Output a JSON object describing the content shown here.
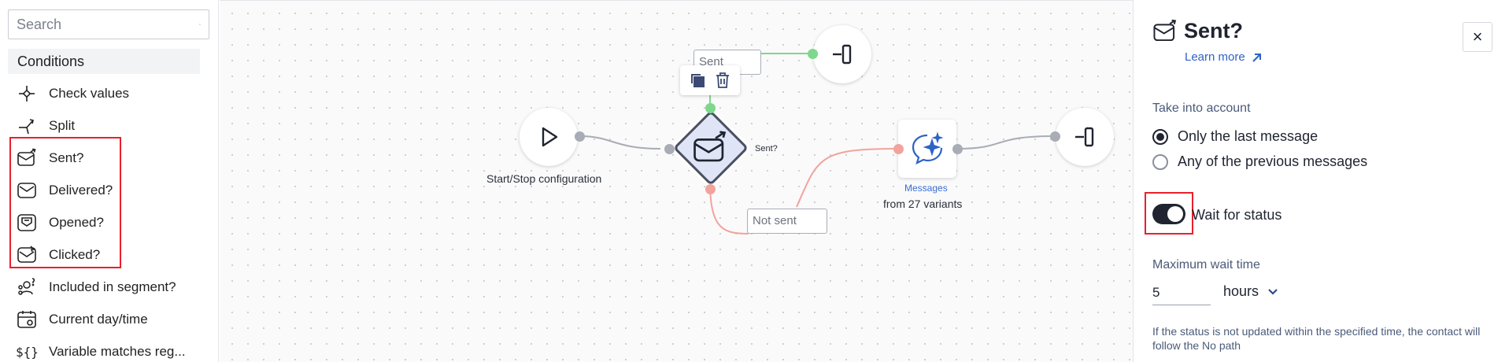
{
  "sidebar": {
    "search": {
      "placeholder": "Search"
    },
    "section_title": "Conditions",
    "items": [
      {
        "label": "Check values",
        "icon": "check-values-icon"
      },
      {
        "label": "Split",
        "icon": "split-icon"
      },
      {
        "label": "Sent?",
        "icon": "envelope-sent-icon"
      },
      {
        "label": "Delivered?",
        "icon": "envelope-icon"
      },
      {
        "label": "Opened?",
        "icon": "envelope-open-icon"
      },
      {
        "label": "Clicked?",
        "icon": "envelope-click-icon"
      },
      {
        "label": "Included in segment?",
        "icon": "segment-icon"
      },
      {
        "label": "Current day/time",
        "icon": "calendar-icon"
      },
      {
        "label": "Variable matches reg...",
        "icon": "variable-icon"
      }
    ]
  },
  "canvas": {
    "start_node": {
      "label": "Start/Stop configuration"
    },
    "condition_node": {
      "branch_label": "Sent?"
    },
    "tags": {
      "sent": "Sent",
      "not_sent": "Not sent"
    },
    "messages_node": {
      "label": "Messages",
      "sublabel": "from 27 variants"
    },
    "colors": {
      "yes_wire": "#7dd88a",
      "no_wire": "#f2a39c",
      "wire": "#a8acb4"
    }
  },
  "panel": {
    "title": "Sent?",
    "learn_more": "Learn more",
    "take_into_account_label": "Take into account",
    "options": [
      {
        "label": "Only the last message",
        "selected": true
      },
      {
        "label": "Any of the previous messages",
        "selected": false
      }
    ],
    "wait_for_status": {
      "label": "Wait for status",
      "enabled": true
    },
    "max_wait_label": "Maximum wait time",
    "max_wait_value": "5",
    "max_wait_unit": "hours",
    "hint": "If the status is not updated within the specified time, the contact will follow the No path",
    "close": "×"
  },
  "accent_colors": {
    "highlight": "#e8212b",
    "link": "#2f62c7"
  }
}
